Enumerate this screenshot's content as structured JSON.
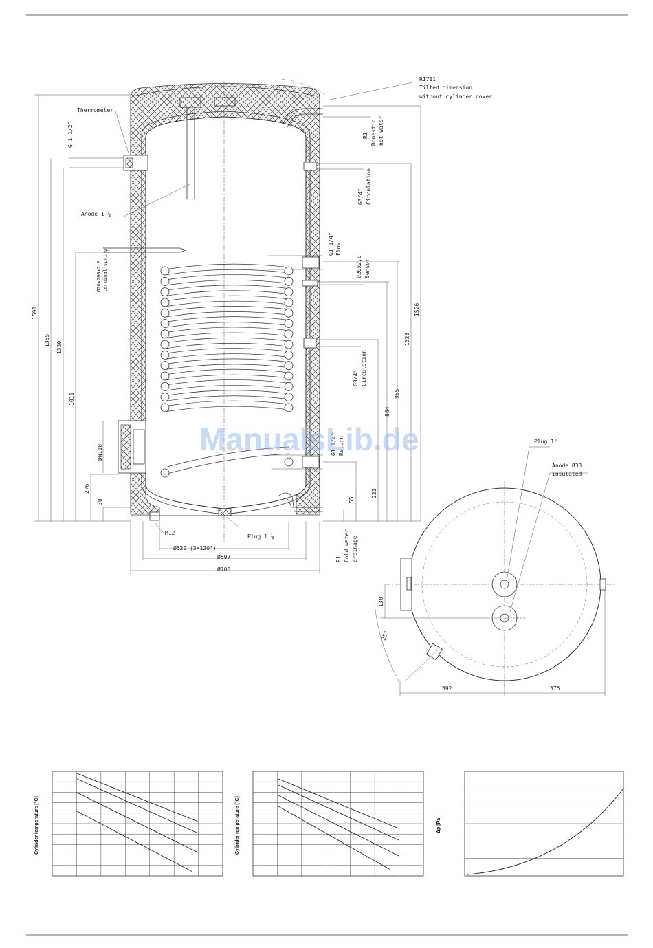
{
  "labels": {
    "tilt_radius": "R1711",
    "tilt_note_1": "Tilted dimension",
    "tilt_note_2": "without cylinder cover",
    "thermometer": "Thermometer",
    "g112": "G 1 1/2\"",
    "anode_left": "Anode 1 ¼",
    "sensor_spring_1": "Ø20x200x2,0",
    "sensor_spring_2": "terminal spring",
    "dn110": "DN110",
    "r1_dhw_1": "R1",
    "r1_dhw_2": "Domestic",
    "r1_dhw_3": "hot water",
    "g34_circ_top_1": "G3/4\"",
    "g34_circ_top_2": "Circulation",
    "g114_flow_1": "G1 1/4\"",
    "g114_flow_2": "Flow",
    "sensor_right_1": "Ø20x2,0",
    "sensor_right_2": "Sensor",
    "g34_circ_mid_1": "G3/4\"",
    "g34_circ_mid_2": "Circulation",
    "g114_return_1": "G1 1/4\"",
    "g114_return_2": "Return",
    "plug_bottom": "Plug 1 ¼",
    "m12": "M12",
    "r1_cold_1": "R1",
    "r1_cold_2": "Cold water",
    "r1_cold_3": "drainage",
    "plug_top": "Plug 1\"",
    "anode_top_1": "Anode Ø33",
    "anode_top_2": "insulated",
    "watermark": "ManualsLib.de"
  },
  "dimensions": {
    "h1591": "1591",
    "h1355": "1355",
    "h1330": "1330",
    "h1011": "1011",
    "h276": "276",
    "h30": "30",
    "d520": "Ø520 (3×120°)",
    "d597": "Ø597",
    "d700": "Ø700",
    "h1526": "1526",
    "h1323": "1323",
    "h965": "965",
    "h884": "884",
    "h221": "221",
    "h55": "55",
    "top130": "130",
    "top25": "25°",
    "top392": "392",
    "top375": "375"
  },
  "charts": {
    "chart1_ylabel": "Cylinder temperature [°C]",
    "chart2_ylabel": "Cylinder temperature [°C]",
    "chart3_ylabel": "Δp [Pa]"
  }
}
